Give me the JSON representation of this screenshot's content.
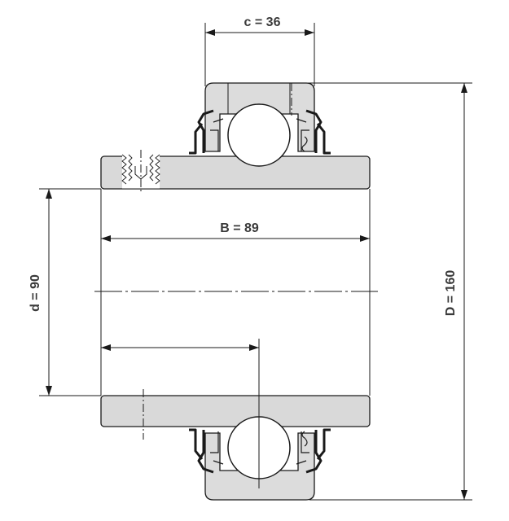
{
  "dimensions": {
    "c": "c = 36",
    "B": "B = 89",
    "d": "d = 90",
    "D": "D = 160"
  },
  "colors": {
    "part_fill": "#d9d9d9",
    "outline": "#1a1a1a",
    "text": "#3a3a3a",
    "background": "#ffffff"
  }
}
